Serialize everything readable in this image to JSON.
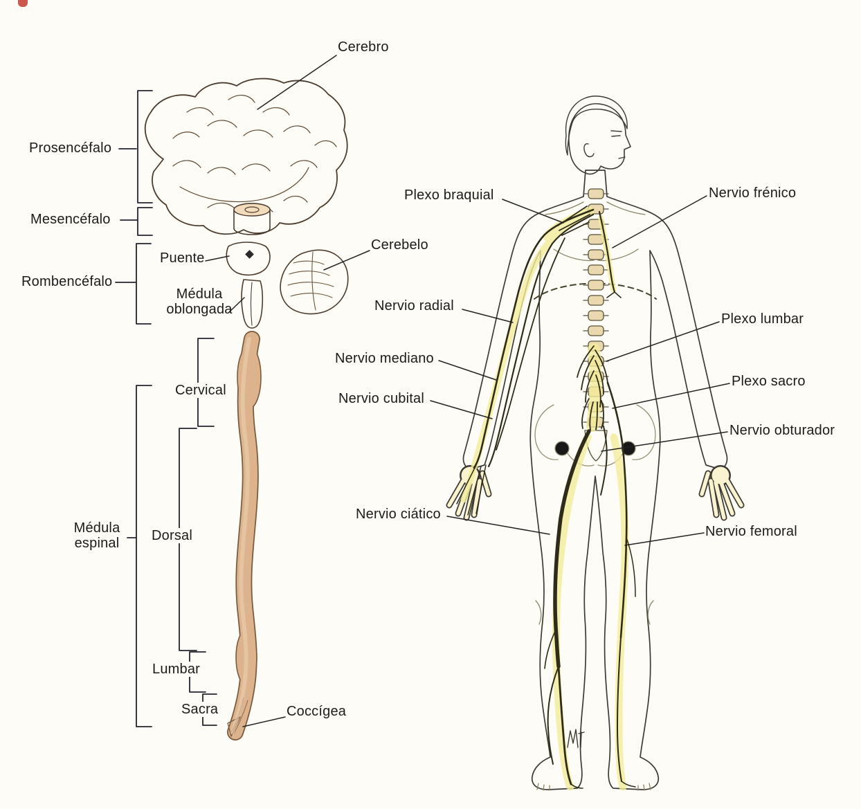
{
  "labels": {
    "cerebro": "Cerebro",
    "prosencefalo": "Prosencéfalo",
    "mesencefalo": "Mesencéfalo",
    "puente": "Puente",
    "rombencefalo": "Rombencéfalo",
    "medula_oblongada": "Médula oblongada",
    "cerebelo": "Cerebelo",
    "cervical": "Cervical",
    "medula_espinal": "Médula espinal",
    "dorsal": "Dorsal",
    "lumbar": "Lumbar",
    "sacra": "Sacra",
    "coccigea": "Coccígea",
    "plexo_braquial": "Plexo braquial",
    "nervio_frenico": "Nervio frénico",
    "nervio_radial": "Nervio radial",
    "plexo_lumbar": "Plexo lumbar",
    "nervio_mediano": "Nervio mediano",
    "plexo_sacro": "Plexo sacro",
    "nervio_cubital": "Nervio cubital",
    "nervio_ciatico": "Nervio ciático",
    "nervio_obturador": "Nervio obturador",
    "nervio_femoral": "Nervio femoral"
  },
  "colors": {
    "background": "#fdfcf6",
    "label_text": "#1b1b1b",
    "line": "#222222",
    "bracket": "#23232e",
    "brain_fill": "#e9c8a2",
    "cerebellum_fill": "#eed6b2",
    "brainstem_fill": "#eccfa9",
    "spinal_cord_fill": "#dcb38c",
    "spinal_cord_outline": "#7a5a3c",
    "body_fill": "#f9f3d0",
    "body_outline": "#3c3a33",
    "skin_fill": "#e6bd92",
    "hair_fill": "#cf9660",
    "nerve_color": "#2e2b18",
    "nerve_highlight": "#f3ec9b",
    "vertebra_fill": "#ead9ae"
  }
}
